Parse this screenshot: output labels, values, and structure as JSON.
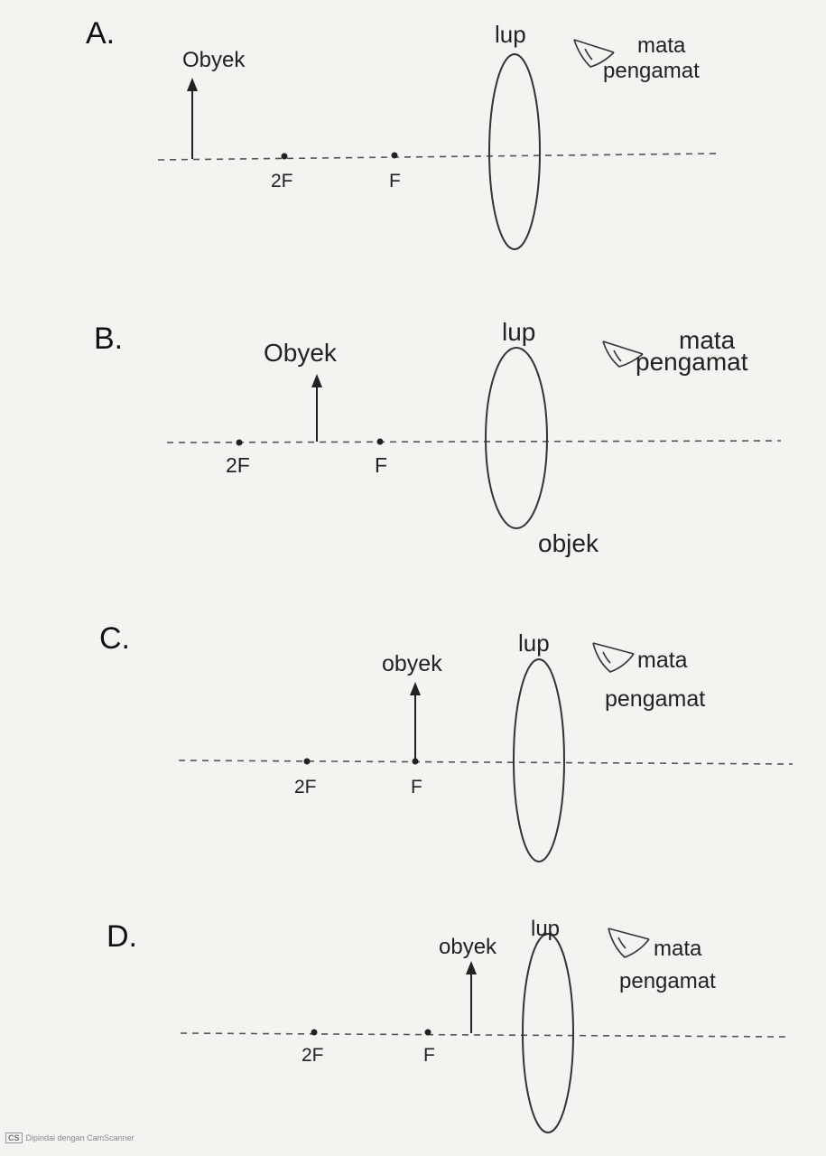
{
  "options": [
    {
      "letter": "A.",
      "object_label": "Obyek",
      "lens_label": "lup",
      "eye_label_1": "mata",
      "eye_label_2": "pengamat",
      "point_labels": [
        "2F",
        "F"
      ],
      "extra_label": ""
    },
    {
      "letter": "B.",
      "object_label": "Obyek",
      "lens_label": "lup",
      "eye_label_1": "mata",
      "eye_label_2": "pengamat",
      "point_labels": [
        "2F",
        "F"
      ],
      "extra_label": "objek"
    },
    {
      "letter": "C.",
      "object_label": "obyek",
      "lens_label": "lup",
      "eye_label_1": "mata",
      "eye_label_2": "pengamat",
      "point_labels": [
        "2F",
        "F"
      ],
      "extra_label": ""
    },
    {
      "letter": "D.",
      "object_label": "obyek",
      "lens_label": "lup",
      "eye_label_1": "mata",
      "eye_label_2": "pengamat",
      "point_labels": [
        "2F",
        "F"
      ],
      "extra_label": ""
    }
  ],
  "footer": {
    "badge": "CS",
    "text": "Dipindai dengan CamScanner"
  }
}
